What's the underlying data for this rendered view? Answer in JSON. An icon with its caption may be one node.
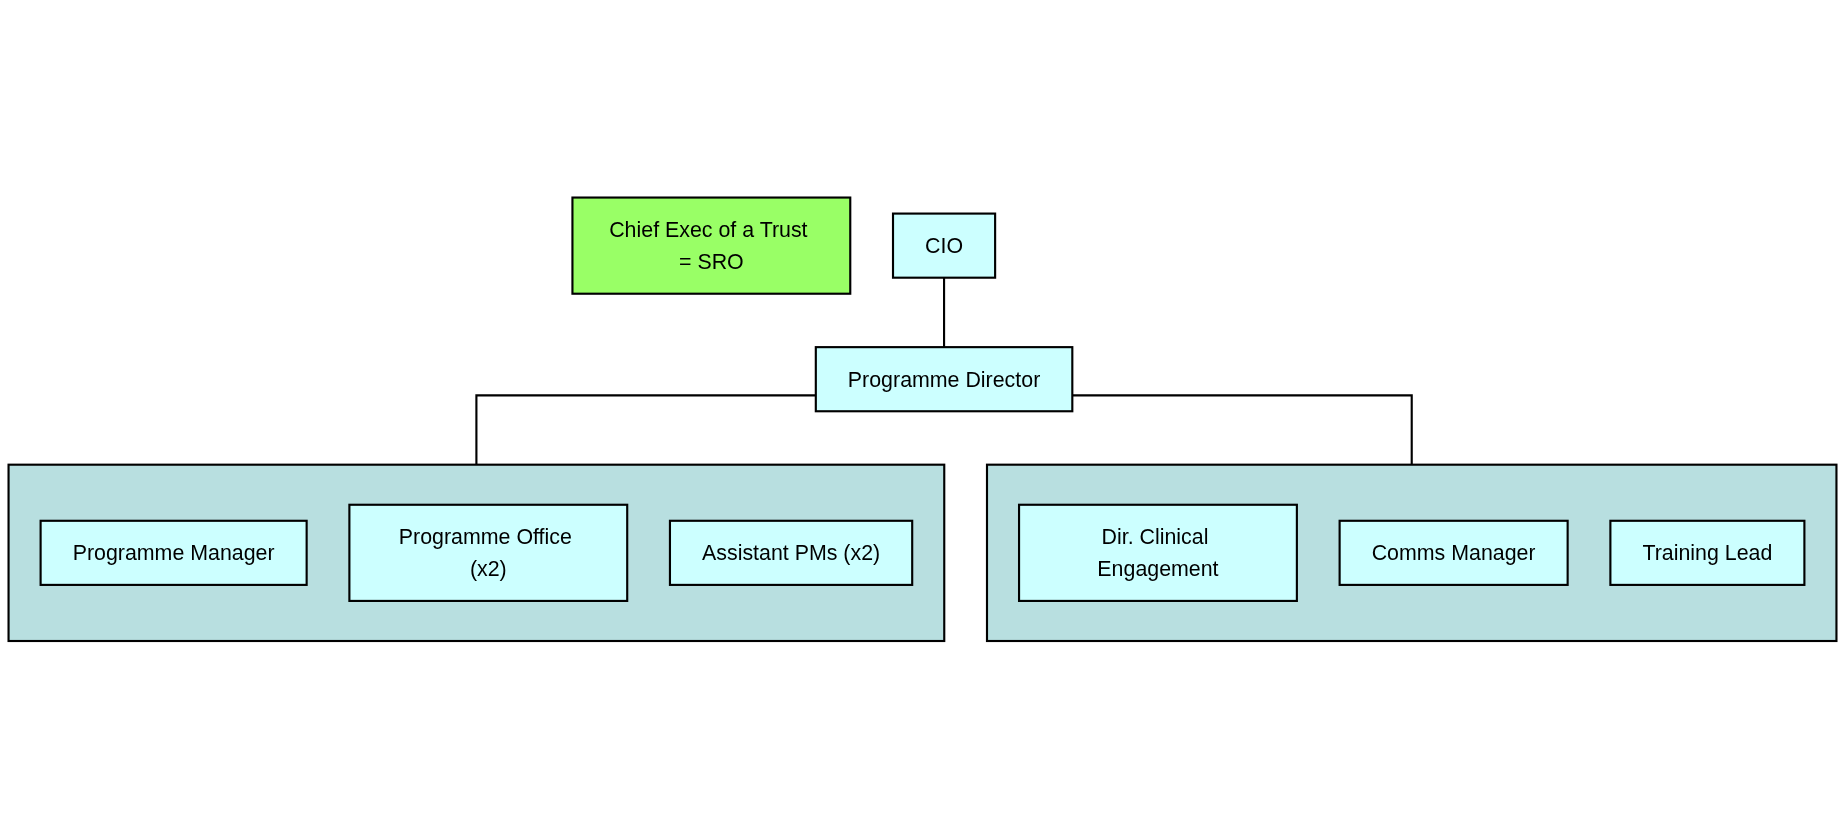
{
  "diagram": {
    "nodes": [
      {
        "text": [
          "Chief Exec of a Trust = SRO"
        ]
      },
      {
        "text": [
          "CIO"
        ]
      },
      {
        "text": [
          "Programme Director"
        ]
      },
      {
        "text": [],
        "shape": "box"
      },
      {
        "text": [
          "Programme Manager"
        ],
        "in": 3
      },
      {
        "text": [
          "Programme Office (x2)"
        ],
        "in": 3
      },
      {
        "text": [
          "Assistant PMs (x2)"
        ],
        "in": 3
      },
      {
        "text": [],
        "shape": "box"
      },
      {
        "text": [
          "Dir. Clinical Engagement"
        ],
        "in": 7
      },
      {
        "text": [
          "Comms Manager"
        ],
        "in": 7
      },
      {
        "text": [
          "Training Lead"
        ],
        "in": 7
      }
    ],
    "edges": [
      {
        "from": 1,
        "to": 2,
        "arrow": "none"
      },
      {
        "from": 2,
        "to": 3,
        "arrow": "none"
      },
      {
        "from": 2,
        "to": 7,
        "arrow": "none"
      }
    ]
  }
}
